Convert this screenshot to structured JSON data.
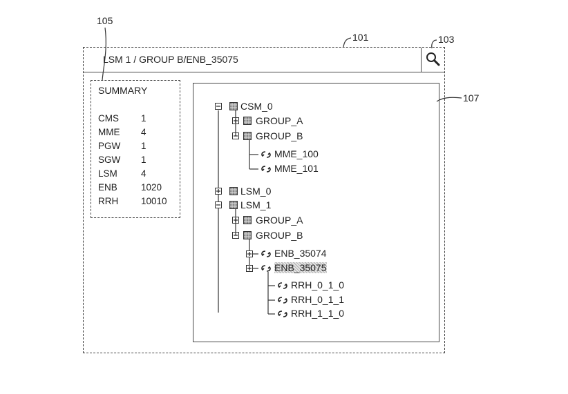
{
  "reference_labels": {
    "summary": "105",
    "window": "101",
    "search": "103",
    "tree": "107"
  },
  "address_bar": {
    "path": "LSM 1 / GROUP B/ENB_35075"
  },
  "search_button": {
    "icon": "search-icon"
  },
  "summary": {
    "title": "SUMMARY",
    "rows": [
      {
        "key": "CMS",
        "value": "1"
      },
      {
        "key": "MME",
        "value": "4"
      },
      {
        "key": "PGW",
        "value": "1"
      },
      {
        "key": "SGW",
        "value": "1"
      },
      {
        "key": "LSM",
        "value": "4"
      },
      {
        "key": "ENB",
        "value": "1020"
      },
      {
        "key": "RRH",
        "value": "10010"
      }
    ]
  },
  "tree": {
    "nodes": [
      {
        "label": "CSM_0",
        "level": 0,
        "toggle": "minus",
        "icon": "group-icon"
      },
      {
        "label": "GROUP_A",
        "level": 1,
        "toggle": "plus",
        "icon": "group-icon"
      },
      {
        "label": "GROUP_B",
        "level": 1,
        "toggle": "minus",
        "icon": "group-icon"
      },
      {
        "label": "MME_100",
        "level": 2,
        "toggle": "none",
        "icon": "network-element-icon"
      },
      {
        "label": "MME_101",
        "level": 2,
        "toggle": "none",
        "icon": "network-element-icon"
      },
      {
        "label": "LSM_0",
        "level": 0,
        "toggle": "plus",
        "icon": "group-icon"
      },
      {
        "label": "LSM_1",
        "level": 0,
        "toggle": "minus",
        "icon": "group-icon"
      },
      {
        "label": "GROUP_A",
        "level": 1,
        "toggle": "plus",
        "icon": "group-icon"
      },
      {
        "label": "GROUP_B",
        "level": 1,
        "toggle": "minus",
        "icon": "group-icon"
      },
      {
        "label": "ENB_35074",
        "level": 2,
        "toggle": "plus",
        "icon": "network-element-icon"
      },
      {
        "label": "ENB_35075",
        "level": 2,
        "toggle": "plus",
        "icon": "network-element-icon",
        "selected": true
      },
      {
        "label": "RRH_0_1_0",
        "level": 3,
        "toggle": "none",
        "icon": "network-element-icon"
      },
      {
        "label": "RRH_0_1_1",
        "level": 3,
        "toggle": "none",
        "icon": "network-element-icon"
      },
      {
        "label": "RRH_1_1_0",
        "level": 3,
        "toggle": "none",
        "icon": "network-element-icon"
      }
    ]
  }
}
